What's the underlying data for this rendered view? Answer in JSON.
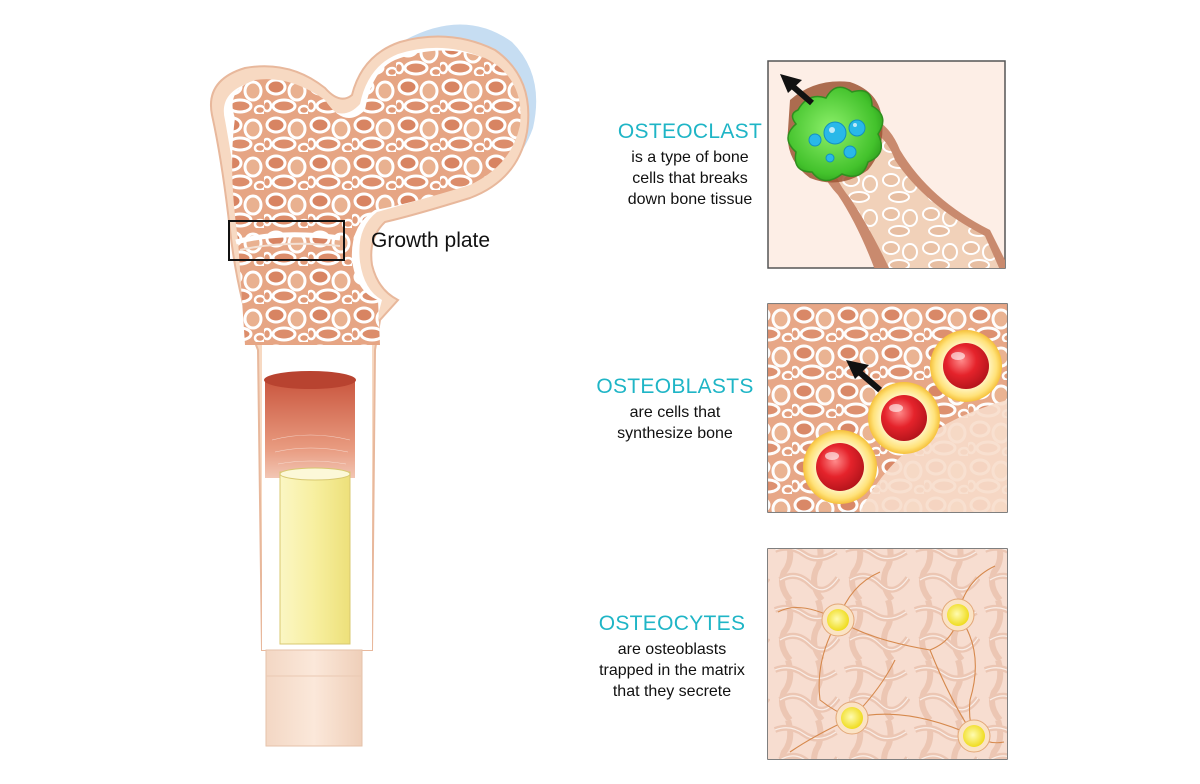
{
  "labels": {
    "growth_plate": "Growth plate"
  },
  "cells": [
    {
      "title": "OSTEOCLAST",
      "lines": [
        "is a type of bone",
        "cells that breaks",
        "down bone tissue"
      ]
    },
    {
      "title": "OSTEOBLASTS",
      "lines": [
        "are cells that",
        "synthesize bone"
      ]
    },
    {
      "title": "OSTEOCYTES",
      "lines": [
        "are osteoblasts",
        "trapped in the matrix",
        "that they secrete"
      ]
    }
  ],
  "colors": {
    "title_cyan": "#1fb5c6",
    "bone_outer": "#f7d9c2",
    "spongy": "#e8a583",
    "marrow_red": "#d97559",
    "marrow_yellow": "#f6ee9e",
    "osteoclast_green": "#5dd43f",
    "osteoblast_red": "#e5232b",
    "osteocyte_yellow": "#f3e63a",
    "cartilage_blue": "#c6ddf2"
  }
}
